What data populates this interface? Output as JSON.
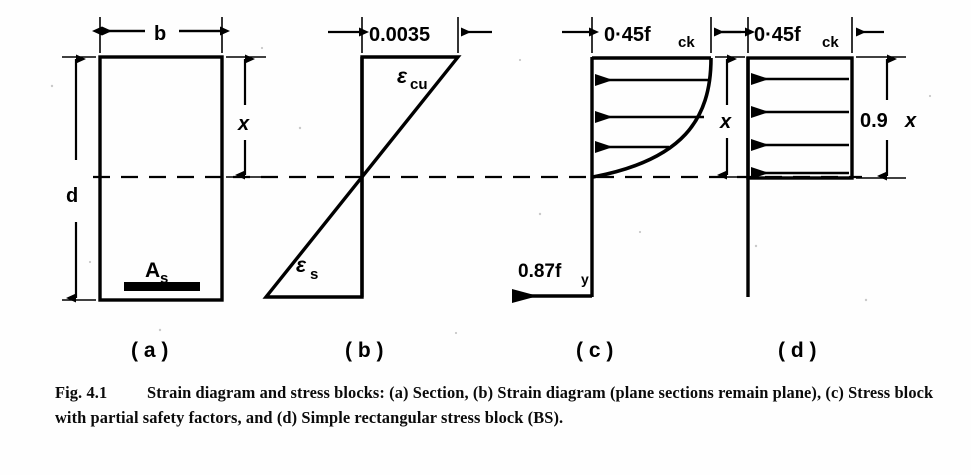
{
  "figure": {
    "number": "Fig. 4.1",
    "caption": "Strain diagram and stress blocks: (a) Section, (b) Strain diagram (plane sections remain plane), (c) Stress block with partial safety factors, and (d) Simple rectangular stress block (BS)."
  },
  "panel_labels": {
    "a": "( a )",
    "b": "( b )",
    "c": "( c )",
    "d": "( d )"
  },
  "section": {
    "width_label": "b",
    "depth_label": "d",
    "neutral_axis_depth_label": "x",
    "steel_area_label": "A",
    "steel_area_sub": "s"
  },
  "strain": {
    "concrete_strain_value": "0.0035",
    "concrete_strain_label": "ε",
    "concrete_strain_sub": "cu",
    "steel_strain_label": "ε",
    "steel_strain_sub": "s",
    "neutral_axis_depth_label": "x"
  },
  "stress_block_c": {
    "concrete_stress_label": "0·45f",
    "concrete_stress_sub": "ck",
    "steel_stress_label": "0.87f",
    "steel_stress_sub": "y",
    "neutral_axis_depth_label": "x"
  },
  "stress_block_d": {
    "concrete_stress_label": "0·45f",
    "concrete_stress_sub": "ck",
    "block_depth_label": "0.9",
    "block_depth_var": "x",
    "neutral_axis_depth_label": "x"
  },
  "colors": {
    "ink": "#000000",
    "paper": "#ffffff"
  }
}
